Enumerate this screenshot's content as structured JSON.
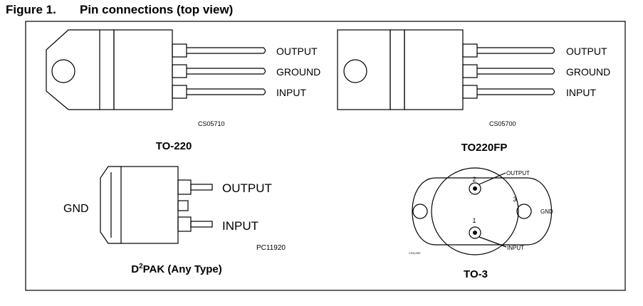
{
  "figure": {
    "number": "Figure 1.",
    "title": "Pin connections (top view)"
  },
  "to220": {
    "pins": [
      "OUTPUT",
      "GROUND",
      "INPUT"
    ],
    "code": "CS05710",
    "name": "TO-220"
  },
  "to220fp": {
    "pins": [
      "OUTPUT",
      "GROUND",
      "INPUT"
    ],
    "code": "CS05700",
    "name": "TO220FP"
  },
  "d2pak": {
    "gnd": "GND",
    "output": "OUTPUT",
    "input": "INPUT",
    "code": "PC11920",
    "name_d": "D",
    "name_sup": "2",
    "name_rest": "PAK (Any Type)"
  },
  "to3": {
    "pin2_num": "2",
    "pin1_num": "1",
    "pin3_num": "3",
    "output": "OUTPUT",
    "gnd": "GND",
    "input": "INPUT",
    "code": "CS11200",
    "name": "TO-3"
  }
}
